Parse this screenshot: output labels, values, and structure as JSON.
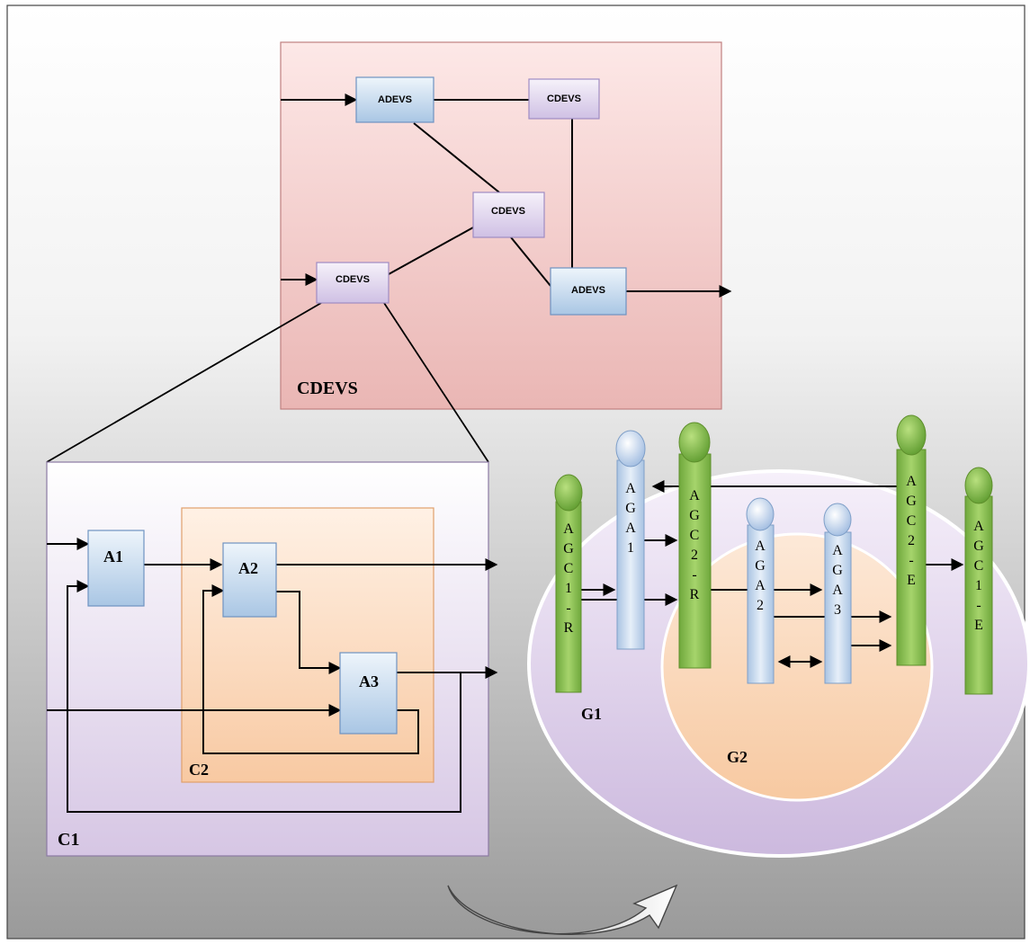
{
  "top_model": {
    "label": "CDEVS",
    "blocks": [
      {
        "key": "adevs_top",
        "label": "ADEVS"
      },
      {
        "key": "cdevs_top",
        "label": "CDEVS"
      },
      {
        "key": "cdevs_mid",
        "label": "CDEVS"
      },
      {
        "key": "cdevs_left",
        "label": "CDEVS"
      },
      {
        "key": "adevs_right",
        "label": "ADEVS"
      }
    ]
  },
  "c1_model": {
    "label": "C1",
    "inner_label": "C2",
    "blocks": [
      {
        "key": "a1",
        "label": "A1"
      },
      {
        "key": "a2",
        "label": "A2"
      },
      {
        "key": "a3",
        "label": "A3"
      }
    ]
  },
  "group_model": {
    "outer_label": "G1",
    "inner_label": "G2",
    "agents": [
      {
        "key": "agc1r",
        "letters": [
          "A",
          "G",
          "C",
          "1",
          "-",
          "R"
        ]
      },
      {
        "key": "aga1",
        "letters": [
          "A",
          "G",
          "A",
          "1"
        ]
      },
      {
        "key": "agc2r",
        "letters": [
          "A",
          "G",
          "C",
          "2",
          "-",
          "R"
        ]
      },
      {
        "key": "aga2",
        "letters": [
          "A",
          "G",
          "A",
          "2"
        ]
      },
      {
        "key": "aga3",
        "letters": [
          "A",
          "G",
          "A",
          "3"
        ]
      },
      {
        "key": "agc2e",
        "letters": [
          "A",
          "G",
          "C",
          "2",
          "-",
          "E"
        ]
      },
      {
        "key": "agc1e",
        "letters": [
          "A",
          "G",
          "C",
          "1",
          "-",
          "E"
        ]
      }
    ]
  },
  "colors": {
    "cdevs_panel": "#f1c6c4",
    "c1_panel": "#e6dced",
    "c2_panel": "#fbd8bd",
    "adevs_block": "#c9dcee",
    "cdevs_block": "#ddd3ec",
    "g1_ellipse": "#d9cde4",
    "g2_ellipse": "#f9d6bb",
    "agent_green": "#8cc152",
    "agent_blue": "#c5d8ee"
  }
}
